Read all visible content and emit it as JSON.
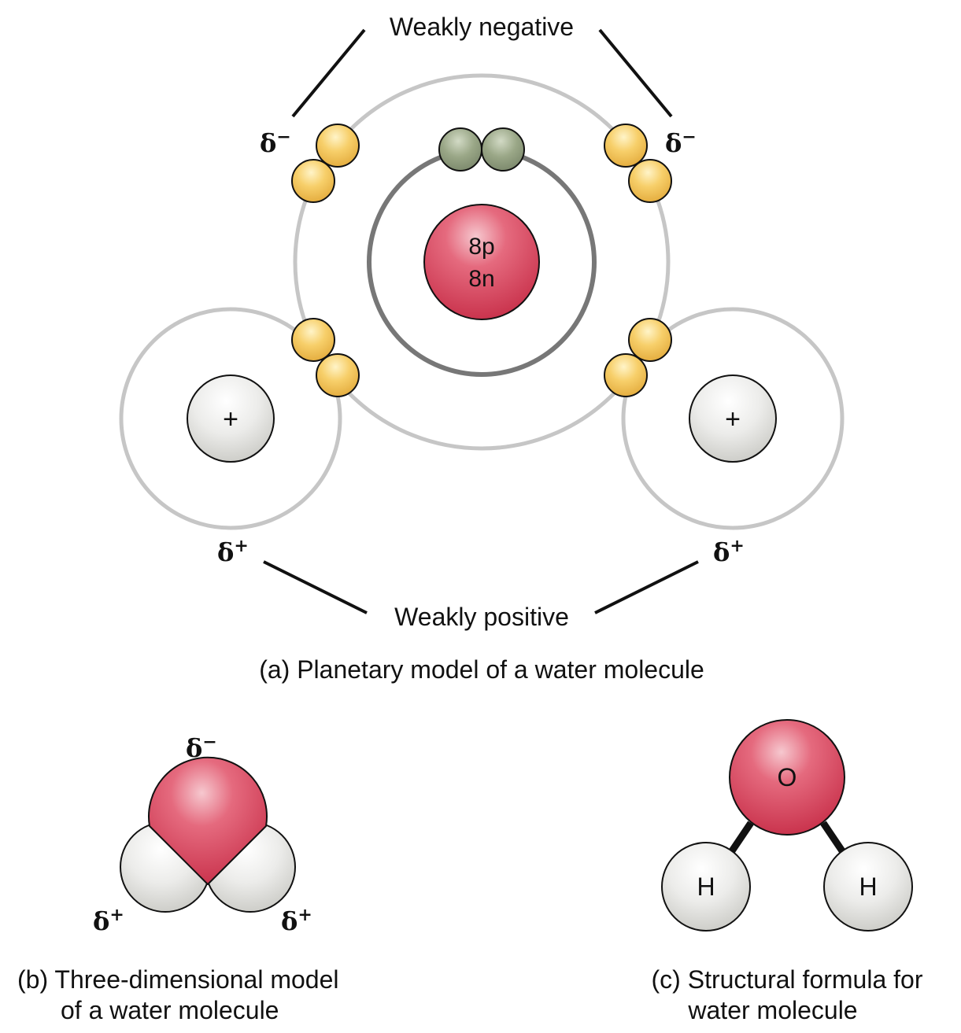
{
  "panel_a": {
    "weakly_negative": "Weakly negative",
    "weakly_positive": "Weakly positive",
    "delta_minus_left": "δ",
    "delta_minus_right": "δ",
    "delta_plus_left": "δ",
    "delta_plus_right": "δ",
    "minus_sign": "−",
    "plus_sign": "+",
    "nucleus_protons": "8p",
    "nucleus_neutrons": "8n",
    "hydrogen_left_charge": "+",
    "hydrogen_right_charge": "+",
    "caption": "(a) Planetary model of a water molecule"
  },
  "panel_b": {
    "delta_minus": "δ",
    "delta_plus_left": "δ",
    "delta_plus_right": "δ",
    "minus_sign": "−",
    "plus_sign": "+",
    "caption_line1": "(b) Three-dimensional model",
    "caption_line2": "of a water molecule"
  },
  "panel_c": {
    "oxygen": "O",
    "hydrogen_left": "H",
    "hydrogen_right": "H",
    "caption_line1": "(c) Structural formula for",
    "caption_line2": "water molecule"
  },
  "colors": {
    "oxygen_red": "#d9465e",
    "electron_yellow": "#f2c24e",
    "electron_green": "#8f9c7c",
    "shell_light": "#c8c8c8",
    "shell_dark": "#777777",
    "hydrogen_white": "#e9e9e4"
  }
}
